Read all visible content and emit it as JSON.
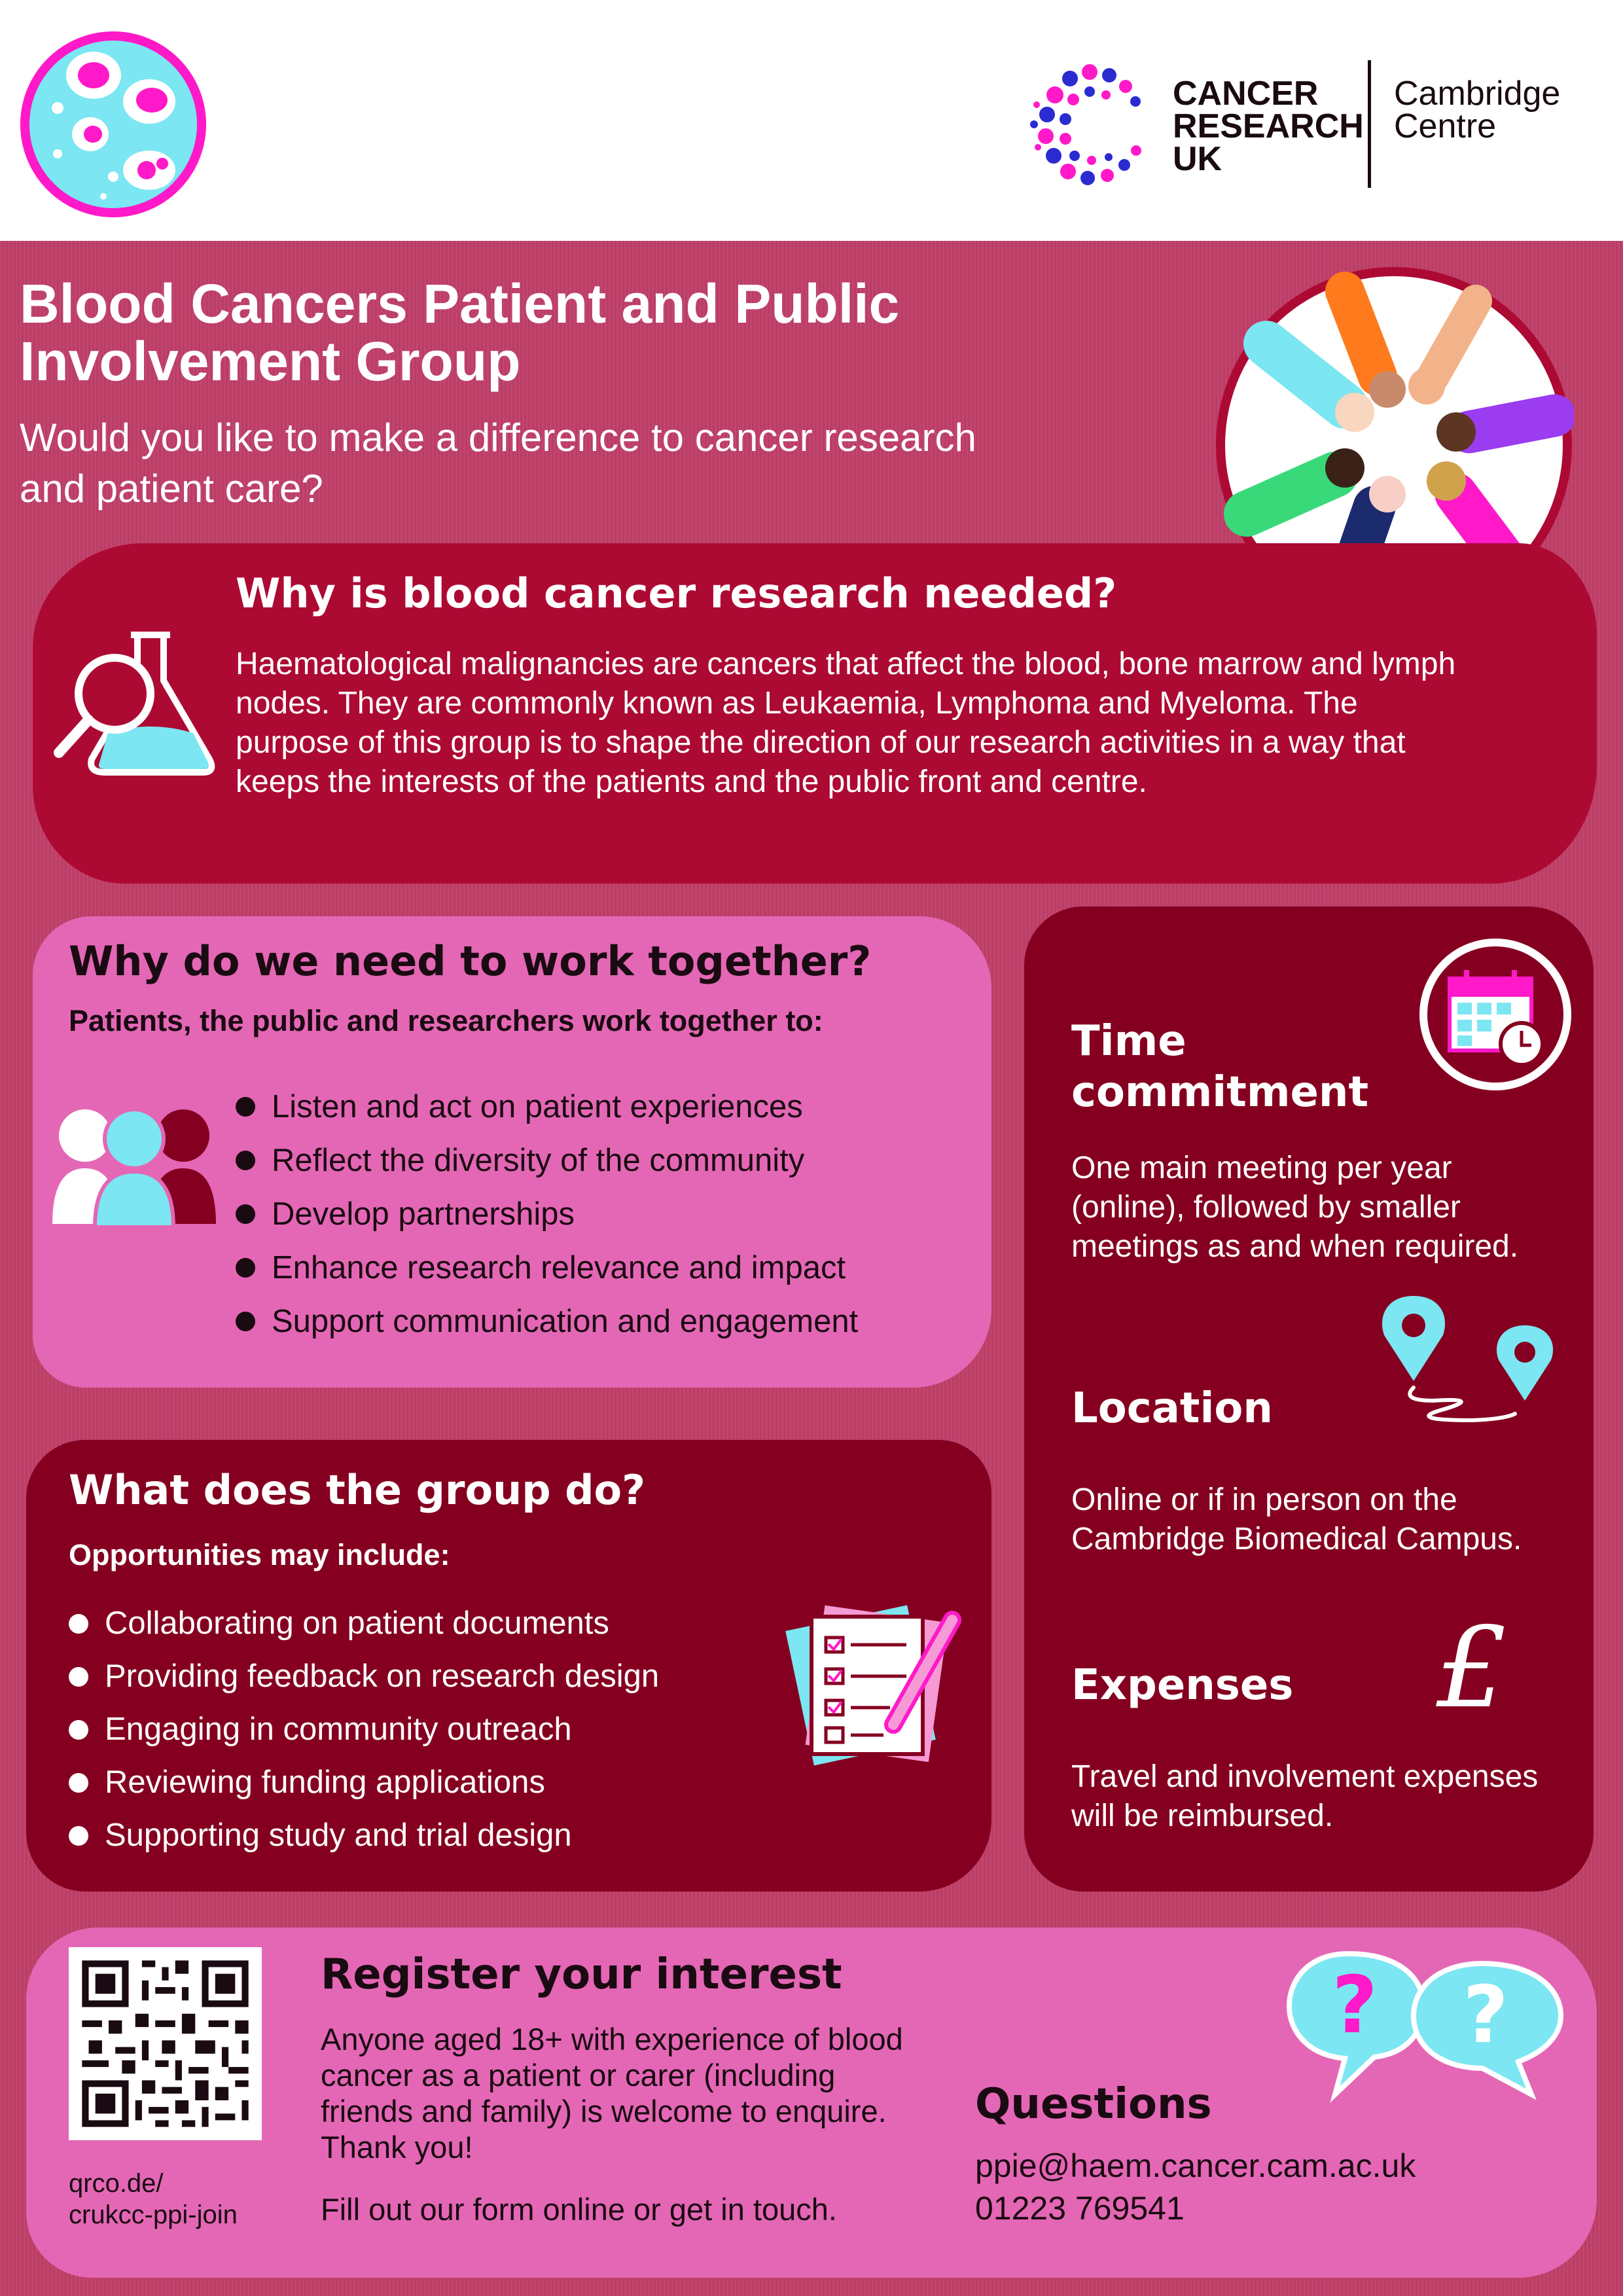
{
  "brand": {
    "logo_line1": "CANCER",
    "logo_line2": "RESEARCH",
    "logo_line3": "UK",
    "centre_line1": "Cambridge",
    "centre_line2": "Centre"
  },
  "title": "Blood Cancers Patient and Public Involvement Group",
  "subtitle": "Would you like to make a difference to cancer research and patient care?",
  "why": {
    "heading": "Why is blood cancer research needed?",
    "body": "Haematological malignancies are cancers that affect the blood, bone marrow and lymph nodes. They are commonly known as Leukaemia, Lymphoma and Myeloma. The purpose of this group is to shape the direction of our research activities in a way that keeps the interests of the patients and the public front and centre."
  },
  "together": {
    "heading": "Why do we need to work together?",
    "subheading": "Patients, the public and researchers work together to:",
    "items": [
      "Listen and act on patient experiences",
      "Reflect the diversity of the community",
      "Develop partnerships",
      "Enhance research relevance and impact",
      "Support communication and engagement"
    ]
  },
  "group": {
    "heading": "What does the group do?",
    "subheading": "Opportunities may include:",
    "items": [
      "Collaborating on patient documents",
      "Providing feedback on research design",
      "Engaging in community outreach",
      "Reviewing funding applications",
      "Supporting study and trial design"
    ]
  },
  "time": {
    "heading_line1": "Time",
    "heading_line2": "commitment",
    "body": "One main meeting per year (online), followed by smaller meetings as and when required."
  },
  "location": {
    "heading": "Location",
    "body": "Online or if in person on the Cambridge Biomedical Campus."
  },
  "expenses": {
    "heading": "Expenses",
    "symbol": "£",
    "body": "Travel and involvement expenses will be reimbursed."
  },
  "register": {
    "heading": "Register your interest",
    "body": "Anyone aged 18+ with experience of blood cancer as a patient or carer (including friends and family) is welcome to enquire. Thank you!",
    "form_text": "Fill out our form online or get in touch.",
    "qr_url_line1": "qrco.de/",
    "qr_url_line2": "crukcc-ppi-join"
  },
  "questions": {
    "heading": "Questions",
    "email": "ppie@haem.cancer.cam.ac.uk",
    "phone": "01223 769541",
    "bubble_mark": "?"
  },
  "colors": {
    "panel_crimson": "#ad0a33",
    "panel_maroon": "#850020",
    "panel_pink": "#e467b5",
    "accent_cyan": "#7ce6f2",
    "accent_magenta": "#ff19c9",
    "background": "#c03f69"
  }
}
